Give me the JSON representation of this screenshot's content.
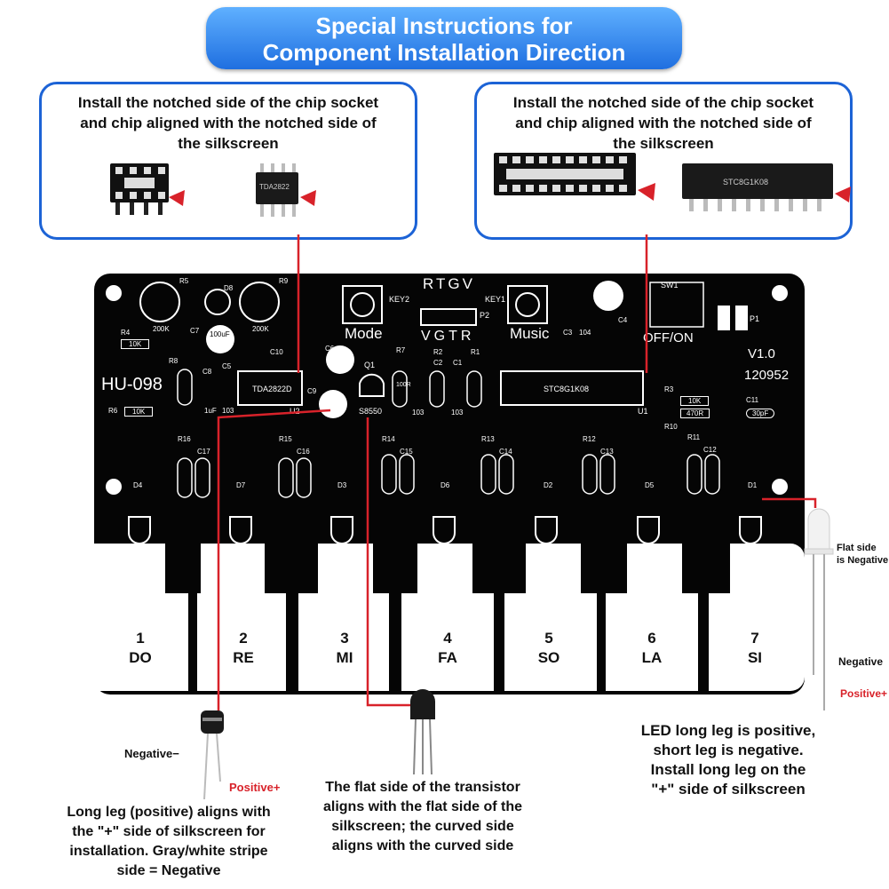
{
  "header": {
    "line1": "Special Instructions for",
    "line2": "Component Installation Direction"
  },
  "panels": {
    "left_text": [
      "Install the notched side of the chip socket",
      "and chip aligned with the notched side of",
      "the silkscreen"
    ],
    "right_text": [
      "Install the notched side of the chip socket",
      "and chip aligned with the notched side of",
      "the silkscreen"
    ],
    "chip_small": "TDA2822",
    "chip_large": "STC8G1K08"
  },
  "board": {
    "title": "RTGV",
    "brand": "HU-098",
    "version": "V1.0",
    "serial": "120952",
    "mode": "Mode",
    "music": "Music",
    "vgtr": "VGTR",
    "offon": "OFF/ON",
    "key1": "KEY1",
    "key2": "KEY2",
    "sw1": "SW1",
    "p1": "P1",
    "p2": "P2",
    "u1": "U1",
    "u2": "U2",
    "q1": "Q1",
    "s8550": "S8550",
    "tda": "TDA2822D",
    "stc": "STC8G1K08",
    "r5": "R5",
    "r9": "R9",
    "d8": "D8",
    "r4": "R4",
    "r6": "R6",
    "r8": "R8",
    "c7": "C7",
    "c8": "C8",
    "c5": "C5",
    "c6": "C6",
    "c9": "C9",
    "c10": "C10",
    "c4": "C4",
    "c3": "C3",
    "c11": "C11",
    "r3": "R3",
    "r10": "R10",
    "r7": "R7",
    "r2": "R2",
    "r1": "R1",
    "c2": "C2",
    "c1": "C1",
    "v200k": "200K",
    "v10k": "10K",
    "v100uf": "100uF",
    "v103": "103",
    "v1uf": "1uF",
    "v104": "104",
    "v100r": "100R",
    "v470r": "470R",
    "v30pf": "30pF"
  },
  "keys": [
    {
      "num": "1",
      "note": "DO"
    },
    {
      "num": "2",
      "note": "RE"
    },
    {
      "num": "3",
      "note": "MI"
    },
    {
      "num": "4",
      "note": "FA"
    },
    {
      "num": "5",
      "note": "SO"
    },
    {
      "num": "6",
      "note": "LA"
    },
    {
      "num": "7",
      "note": "SI"
    }
  ],
  "key_parts": [
    {
      "r": "R16",
      "c": "C17",
      "d": "D4"
    },
    {
      "r": "R15",
      "c": "C16",
      "d": "D7"
    },
    {
      "r": "",
      "c": "",
      "d": "D3"
    },
    {
      "r": "R14",
      "c": "C15",
      "d": "D6"
    },
    {
      "r": "R13",
      "c": "C14",
      "d": "D2"
    },
    {
      "r": "R12",
      "c": "C13",
      "d": "D5"
    },
    {
      "r": "R11",
      "c": "C12",
      "d": "D1"
    }
  ],
  "captions": {
    "buzzer_neg": "Negative−",
    "buzzer_pos": "Positive+",
    "buzzer_text": [
      "Long leg (positive) aligns with",
      "the \"+\" side of silkscreen for",
      "installation. Gray/white stripe",
      "side = Negative"
    ],
    "transistor_text": [
      "The flat side of the transistor",
      "aligns with the flat side of the",
      "silkscreen;  the curved side",
      "aligns with the curved side"
    ],
    "led_flat": [
      "Flat side",
      "is Negative"
    ],
    "led_neg": "Negative",
    "led_pos": "Positive+",
    "led_text": [
      "LED long leg is positive,",
      "short leg is negative.",
      "Install long leg on the",
      "\"+\" side of silkscreen"
    ]
  },
  "colors": {
    "banner": "#2b7ae8",
    "panel_border": "#1c63d6",
    "board": "#050505",
    "pointer": "#d8222a"
  }
}
